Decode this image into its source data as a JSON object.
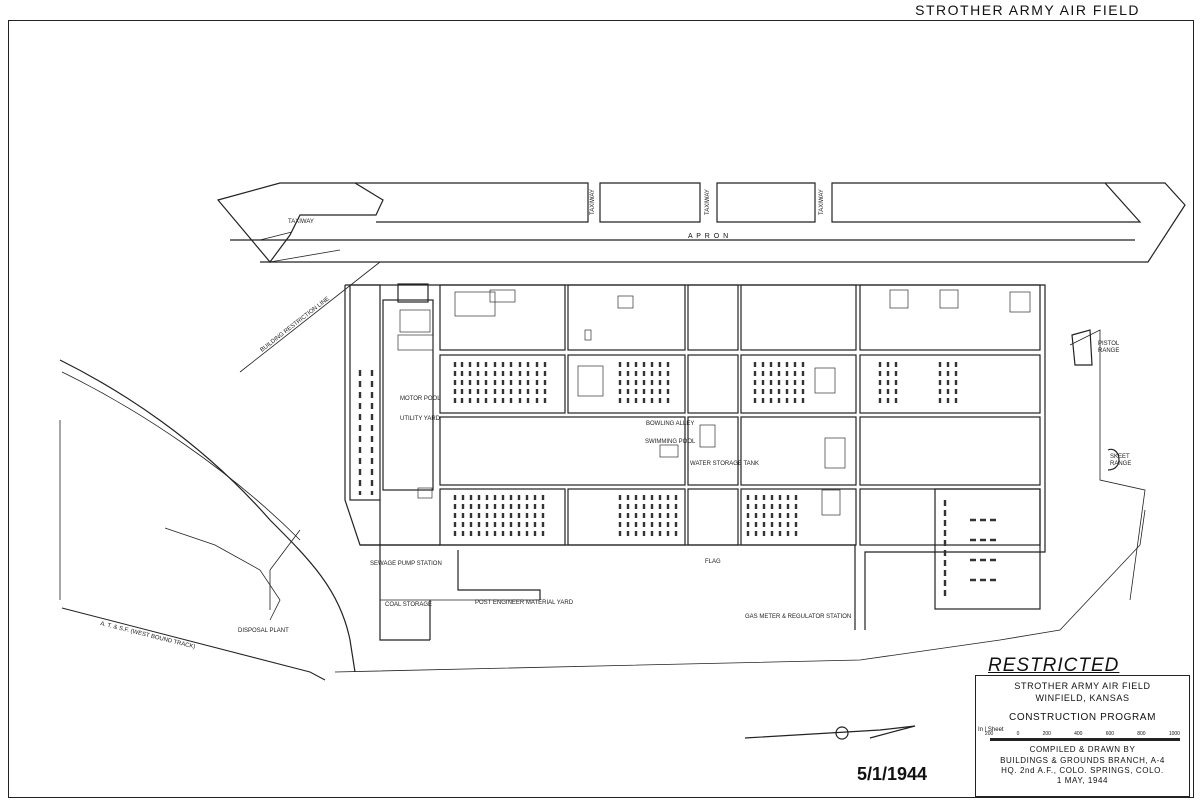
{
  "header": {
    "title": "STROTHER ARMY AIR FIELD"
  },
  "map": {
    "apron_label": "A P R O N",
    "taxiway_label": "TAXIWAY",
    "taxiway_vertical": [
      "TAXIWAY",
      "TAXIWAY",
      "TAXIWAY"
    ],
    "building_restriction_label": "BUILDING RESTRICTION LINE",
    "railroad_label": "A. T. & S.F. (WEST BOUND TRACK)",
    "pistol_range": [
      "PISTOL",
      "RANGE"
    ],
    "skeet_range": [
      "SKEET",
      "RANGE"
    ],
    "swimming_pool": "SWIMMING POOL",
    "bowling_alley": "BOWLING ALLEY",
    "water_storage_tank": "WATER STORAGE TANK",
    "utility_yard": "UTILITY YARD",
    "motor_pool": "MOTOR POOL",
    "coal_storage": "COAL STORAGE",
    "post_engineer": "POST ENGINEER MATERIAL YARD",
    "meter_station": "GAS METER & REGULATOR STATION",
    "flag": "FLAG",
    "sewage_plant": "SEWAGE PUMP STATION",
    "disposal": "DISPOSAL PLANT"
  },
  "stamp": {
    "text": "RESTRICTED"
  },
  "title_block": {
    "line1": "STROTHER ARMY AIR FIELD",
    "line2": "WINFIELD, KANSAS",
    "line3": "CONSTRUCTION PROGRAM",
    "scale_label": "In | Sheet",
    "scale_ticks": [
      "200",
      "0",
      "200",
      "400",
      "600",
      "800",
      "1000"
    ],
    "compiled1": "COMPILED & DRAWN BY",
    "compiled2": "BUILDINGS & GROUNDS BRANCH, A-4",
    "compiled3": "HQ. 2nd A.F., COLO. SPRINGS, COLO.",
    "compiled4": "1 MAY, 1944"
  },
  "date_stamp": "5/1/1944"
}
